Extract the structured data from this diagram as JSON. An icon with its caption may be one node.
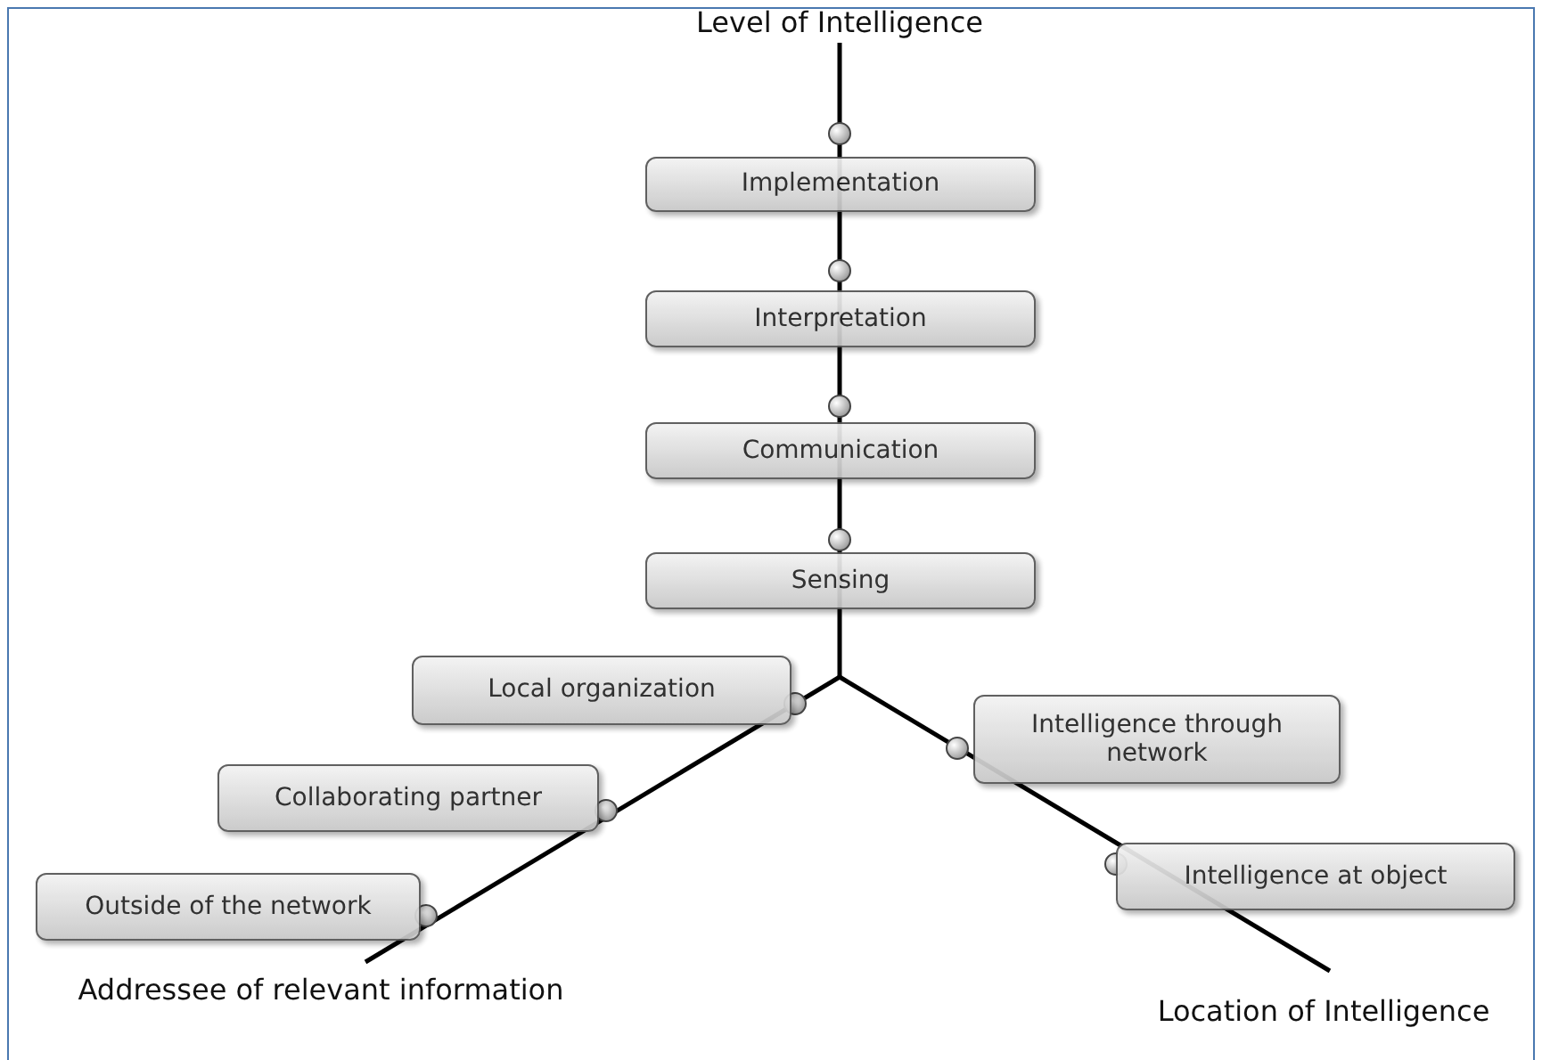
{
  "diagram": {
    "nodes": [
      {
        "text": [
          "Implementation"
        ]
      },
      {
        "text": [
          "Interpretation"
        ]
      },
      {
        "text": [
          "Communication"
        ]
      },
      {
        "text": [
          "Sensing"
        ]
      },
      {
        "text": [
          "Local organization"
        ]
      },
      {
        "text": [
          "Collaborating partner"
        ]
      },
      {
        "text": [
          "Outside of the network"
        ]
      },
      {
        "text": [
          "Intelligence through network"
        ]
      },
      {
        "text": [
          "Intelligence at object"
        ]
      }
    ],
    "labels": [
      "Level of Intelligence",
      "Addressee of relevant information",
      "Location of Intelligence"
    ]
  }
}
